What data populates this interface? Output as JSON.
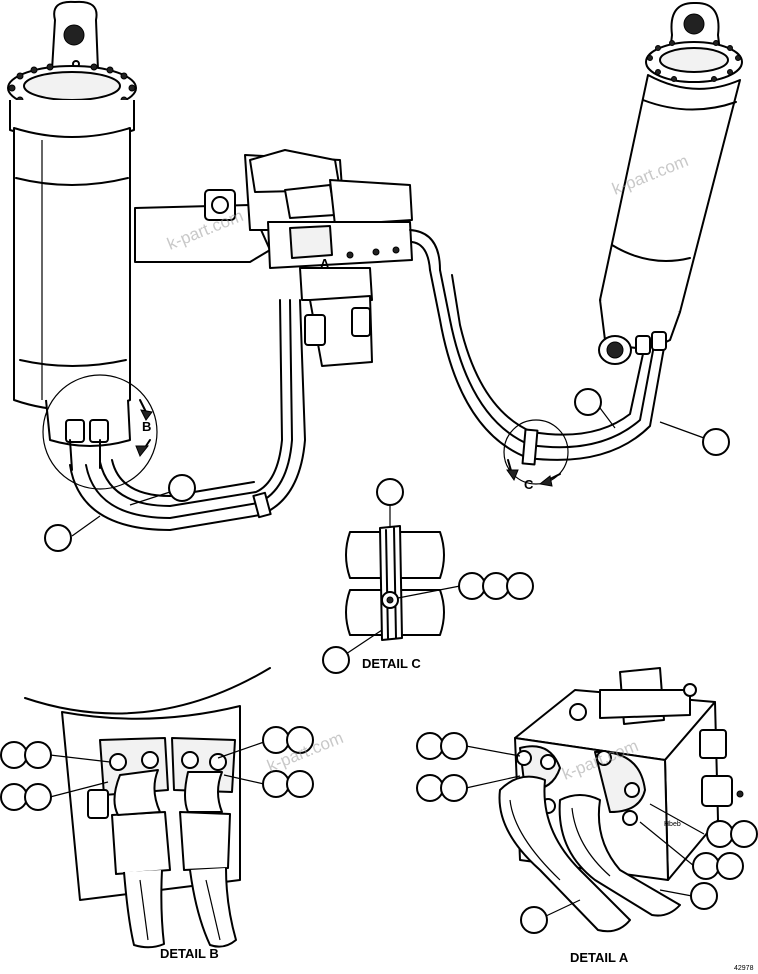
{
  "labels": {
    "detail_a_marker": "A",
    "detail_b_marker": "B",
    "detail_c_marker": "C",
    "detail_a_caption": "DETAIL A",
    "detail_b_caption": "DETAIL B",
    "detail_c_caption": "DETAIL C",
    "plate_text": "Hbeb"
  },
  "watermark": "k-part.com",
  "figure_number": "42978"
}
